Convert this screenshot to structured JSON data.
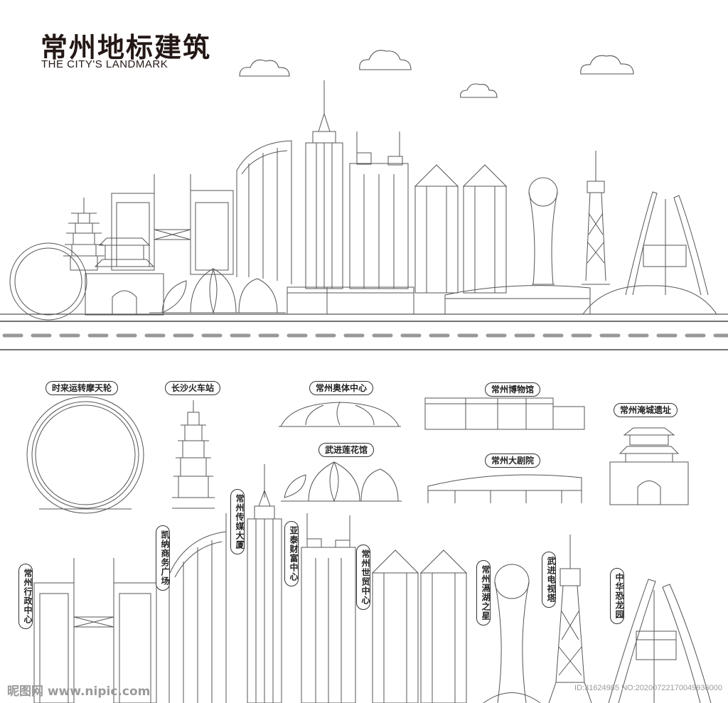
{
  "header": {
    "title_cn": "常州地标建筑",
    "title_en": "THE CITY'S LANDMARK"
  },
  "labels": [
    {
      "name": "ferris-wheel",
      "text": "时来运转摩天轮"
    },
    {
      "name": "railway-station",
      "text": "长沙火车站"
    },
    {
      "name": "olympic-center",
      "text": "常州奥体中心"
    },
    {
      "name": "museum",
      "text": "常州博物馆"
    },
    {
      "name": "ancient-city-ruins",
      "text": "常州淹城遗址"
    },
    {
      "name": "lotus-pavilion",
      "text": "武进莲花馆"
    },
    {
      "name": "grand-theatre",
      "text": "常州大剧院"
    },
    {
      "name": "media-tower",
      "text": "常州传媒大厦"
    },
    {
      "name": "kaina-plaza",
      "text": "凯纳商务广场"
    },
    {
      "name": "yatai-center",
      "text": "亚泰财富中心"
    },
    {
      "name": "world-trade-center",
      "text": "常州世贸中心"
    },
    {
      "name": "government-center",
      "text": "常州行政中心"
    },
    {
      "name": "yanhu-star",
      "text": "常州滆湖之星"
    },
    {
      "name": "tv-tower",
      "text": "武进电视塔"
    },
    {
      "name": "dinosaur-park",
      "text": "中华恐龙园"
    }
  ],
  "watermark": {
    "left": "昵图网 www.nipic.com",
    "right": "ID:31624985 NO:20200722170049936000"
  },
  "colors": {
    "line": "#555555",
    "text": "#231815",
    "road": "#444444"
  }
}
